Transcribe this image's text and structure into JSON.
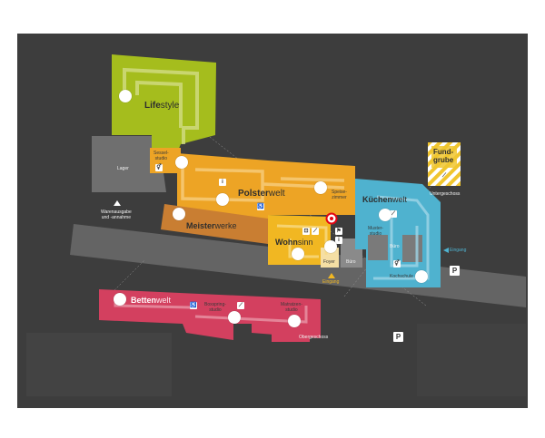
{
  "zones": {
    "lifestyle": {
      "title_a": "Life",
      "title_b": "style"
    },
    "polsterwelt": {
      "title_a": "Polster",
      "title_b": "welt"
    },
    "meisterwerke": {
      "title_a": "Meister",
      "title_b": "werke"
    },
    "wohnsinn": {
      "title_a": "Wohn",
      "title_b": "sinn"
    },
    "kuechenwelt": {
      "title_a": "Küchen",
      "title_b": "welt"
    },
    "bettenwelt": {
      "title_a": "Betten",
      "title_b": "welt"
    },
    "fundgrube": {
      "title_a": "Fund-",
      "title_b": "grube"
    }
  },
  "rooms": {
    "lager": "Lager",
    "sesselstudio": "Sessel-\nstudio",
    "speisezimmer": "Speise-\nzimmer",
    "foyer": "Foyer",
    "buero_wohn": "Büro",
    "musterstudio": "Muster-\nstudio",
    "buero_kueche": "Büro",
    "kochschule": "Kochschule",
    "boxspringstudio": "Boxspring-\nstudio",
    "matratzenstudio": "Matratzen-\nstudio"
  },
  "labels": {
    "warenausgabe": "Warenausgabe\nund -annahme",
    "untergeschoss": "Untergeschoss",
    "obergeschoss": "Obergeschoss",
    "eingang_sued": "Eingang",
    "eingang_ost": "Eingang",
    "parking": "P"
  },
  "icons": [
    "info-icon",
    "wheelchair-toilet-icon",
    "toilet-icon",
    "restaurant-icon",
    "lift-icon",
    "location-marker-icon",
    "parking-icon",
    "escalator-icon"
  ],
  "colors": {
    "background": "#3d3d3d",
    "lifestyle": "#a5bd1d",
    "polsterwelt": "#eda425",
    "meisterwerke": "#c97e32",
    "wohnsinn": "#f1b722",
    "kuechenwelt": "#4fb2cf",
    "bettenwelt": "#d3405f",
    "fundgrube": "#f0c52e",
    "lager": "#6f6f6f",
    "walkway": "#6b6b6b",
    "marker": "#e30613"
  }
}
